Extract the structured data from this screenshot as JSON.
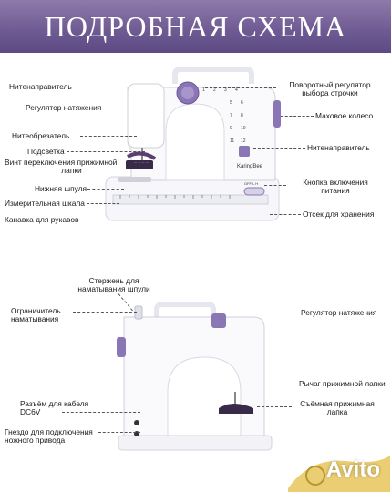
{
  "header": {
    "title": "ПОДРОБНАЯ СХЕМА"
  },
  "front_labels": {
    "thread_guide_left": "Нитенаправитель",
    "tension_regulator_left": "Регулятор натяжения",
    "thread_cutter": "Нитеобрезатель",
    "light": "Подсветка",
    "presser_foot_screw_1": "Винт переключения прижимной",
    "presser_foot_screw_2": "лапки",
    "lower_bobbin": "Нижняя шпуля",
    "measuring_scale": "Измерительная шкала",
    "sleeve_channel": "Канавка для рукавов",
    "stitch_dial_1": "Поворотный регулятор",
    "stitch_dial_2": "выбора строчки",
    "handwheel": "Маховое колесо",
    "thread_guide_right": "Нитенаправитель",
    "power_button_1": "Кнопка включения",
    "power_button_2": "питания",
    "storage": "Отсек для хранения"
  },
  "back_labels": {
    "bobbin_winder_1": "Стержень для",
    "bobbin_winder_2": "наматывания шпули",
    "winding_limiter_1": "Ограничитель",
    "winding_limiter_2": "наматывания",
    "tension_regulator": "Регулятор натяжения",
    "presser_lever": "Рычаг прижимной лапки",
    "removable_foot_1": "Съёмная прижимная",
    "removable_foot_2": "лапка",
    "cable_connector_1": "Разъём для кабеля",
    "cable_connector_2": "DC6V",
    "pedal_socket_1": "Гнездо для подключения",
    "pedal_socket_2": "ножного привода"
  },
  "machine": {
    "brand": "KaringBee",
    "switch_text": "OFF  L  H",
    "stitch_numbers": [
      "1",
      "2",
      "3",
      "4",
      "5",
      "6",
      "7",
      "8",
      "9",
      "10",
      "11",
      "12"
    ]
  },
  "watermark": {
    "text": "Avito"
  },
  "colors": {
    "accent": "#6e5a92",
    "purple": "#8a76b4",
    "dark": "#3a2a4a"
  }
}
